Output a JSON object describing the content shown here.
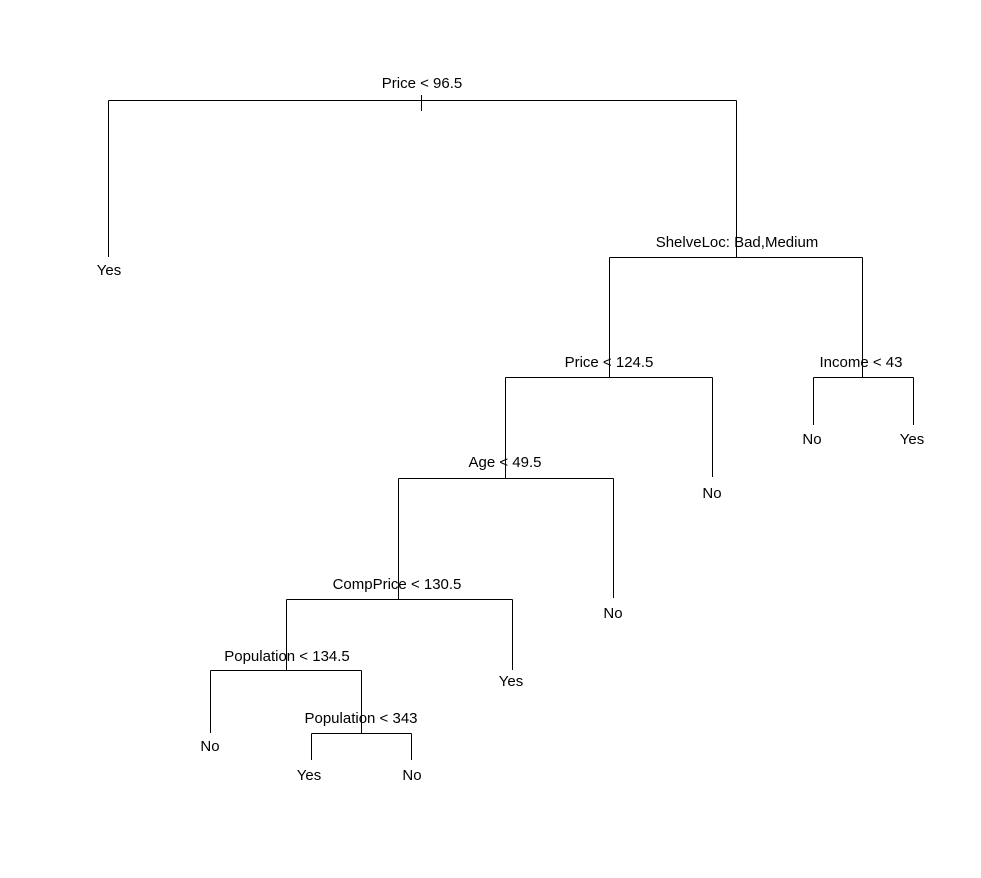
{
  "figure": {
    "background_color": "#ffffff",
    "line_color": "#000000",
    "text_color": "#000000",
    "description": "Binary classification tree plot with split labels at internal nodes and Yes/No class labels at leaves"
  },
  "tree": {
    "label": "Price < 96.5",
    "left": {
      "label": "Yes"
    },
    "right": {
      "label": "ShelveLoc: Bad,Medium",
      "left": {
        "label": "Price < 124.5",
        "left": {
          "label": "Age < 49.5",
          "left": {
            "label": "CompPrice < 130.5",
            "left": {
              "label": "Population < 134.5",
              "left": {
                "label": "No"
              },
              "right": {
                "label": "Population < 343",
                "left": {
                  "label": "Yes"
                },
                "right": {
                  "label": "No"
                }
              }
            },
            "right": {
              "label": "Yes"
            }
          },
          "right": {
            "label": "No"
          }
        },
        "right": {
          "label": "No"
        }
      },
      "right": {
        "label": "Income < 43",
        "left": {
          "label": "No"
        },
        "right": {
          "label": "Yes"
        }
      }
    }
  }
}
